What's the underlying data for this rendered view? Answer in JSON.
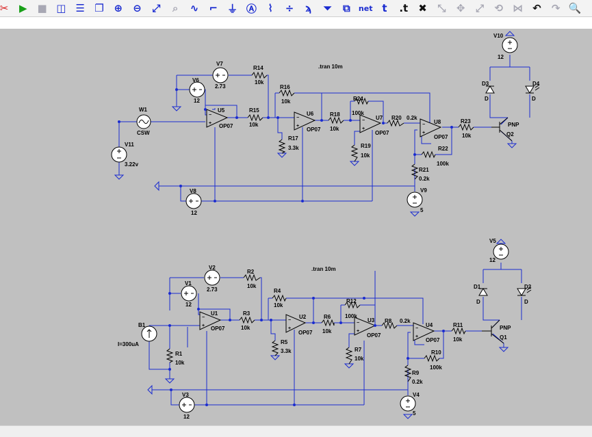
{
  "toolbar": {
    "items": [
      {
        "name": "cut-icon",
        "glyph": "✂"
      },
      {
        "name": "run-icon",
        "glyph": "▶"
      },
      {
        "name": "halt-icon",
        "glyph": "■"
      },
      {
        "name": "tile-vertical-icon",
        "glyph": "◫"
      },
      {
        "name": "tile-horizontal-icon",
        "glyph": "☰"
      },
      {
        "name": "cascade-icon",
        "glyph": "❐"
      },
      {
        "name": "zoom-in-icon",
        "glyph": "⊕"
      },
      {
        "name": "zoom-out-icon",
        "glyph": "⊖"
      },
      {
        "name": "zoom-fit-icon",
        "glyph": "⤢"
      },
      {
        "name": "zoom-back-icon",
        "glyph": "⌕"
      },
      {
        "name": "spice-waveform-icon",
        "glyph": "∿"
      },
      {
        "name": "wire-icon",
        "glyph": "⌐"
      },
      {
        "name": "ground-icon",
        "glyph": "⏚"
      },
      {
        "name": "label-net-icon",
        "glyph": "Ⓐ"
      },
      {
        "name": "resistor-icon",
        "glyph": "⌇"
      },
      {
        "name": "capacitor-icon",
        "glyph": "÷"
      },
      {
        "name": "inductor-icon",
        "glyph": "ϡ"
      },
      {
        "name": "diode-icon",
        "glyph": "⏷"
      },
      {
        "name": "component-icon",
        "glyph": "⧉"
      },
      {
        "name": "spice-directive-icon",
        "glyph": "net"
      },
      {
        "name": "text-icon",
        "glyph": "t"
      },
      {
        "name": "comment-icon",
        "glyph": ".t"
      },
      {
        "name": "delete-icon",
        "glyph": "✖"
      },
      {
        "name": "duplicate-icon",
        "glyph": "⤡"
      },
      {
        "name": "move-icon",
        "glyph": "✥"
      },
      {
        "name": "drag-icon",
        "glyph": "⤢"
      },
      {
        "name": "rotate-icon",
        "glyph": "⟲"
      },
      {
        "name": "mirror-icon",
        "glyph": "⋈"
      },
      {
        "name": "undo-icon",
        "glyph": "↶"
      },
      {
        "name": "redo-icon",
        "glyph": "↷"
      },
      {
        "name": "find-icon",
        "glyph": "🔍"
      }
    ],
    "colors": {
      "accent": "#1a2bd0",
      "wire": "#1a2bd0",
      "schematic_bg": "#c0c0c0"
    }
  },
  "schematic": {
    "top": {
      "tran": ".tran 10m",
      "V10": {
        "name": "V10",
        "value": "12"
      },
      "V7": {
        "name": "V7",
        "value": "2.73"
      },
      "V6": {
        "name": "V6",
        "value": "12"
      },
      "V8": {
        "name": "V8",
        "value": "12"
      },
      "V9": {
        "name": "V9",
        "value": "5"
      },
      "V11": {
        "name": "V11",
        "value": "3.22v"
      },
      "W1": {
        "name": "W1",
        "value": "CSW"
      },
      "U5": {
        "name": "U5",
        "value": "OP07"
      },
      "U6": {
        "name": "U6",
        "value": "OP07"
      },
      "U7": {
        "name": "U7",
        "value": "OP07"
      },
      "U8": {
        "name": "U8",
        "value": "OP07"
      },
      "R14": {
        "name": "R14",
        "value": "10k"
      },
      "R15": {
        "name": "R15",
        "value": "10k"
      },
      "R16": {
        "name": "R16",
        "value": "10k"
      },
      "R17": {
        "name": "R17",
        "value": "3.3k"
      },
      "R18": {
        "name": "R18",
        "value": "10k"
      },
      "R19": {
        "name": "R19",
        "value": "10k"
      },
      "R20": {
        "name": "R20",
        "value": "0.2k"
      },
      "R21": {
        "name": "R21",
        "value": "0.2k"
      },
      "R22": {
        "name": "R22",
        "value": "100k"
      },
      "R23": {
        "name": "R23",
        "value": "10k"
      },
      "R24": {
        "name": "R24",
        "value": "100k"
      },
      "D3": {
        "name": "D3",
        "value": "D"
      },
      "D4": {
        "name": "D4",
        "value": "D"
      },
      "Q2": {
        "name": "Q2",
        "value": "PNP"
      }
    },
    "bottom": {
      "tran": ".tran 10m",
      "V5": {
        "name": "V5",
        "value": "12"
      },
      "V2": {
        "name": "V2",
        "value": "2.73"
      },
      "V1": {
        "name": "V1",
        "value": "12"
      },
      "V3": {
        "name": "V3",
        "value": "12"
      },
      "V4": {
        "name": "V4",
        "value": "5"
      },
      "B1": {
        "name": "B1",
        "value": "I=300uA"
      },
      "U1": {
        "name": "U1",
        "value": "OP07"
      },
      "U2": {
        "name": "U2",
        "value": "OP07"
      },
      "U3": {
        "name": "U3",
        "value": "OP07"
      },
      "U4": {
        "name": "U4",
        "value": "OP07"
      },
      "R1": {
        "name": "R1",
        "value": "10k"
      },
      "R2": {
        "name": "R2",
        "value": "10k"
      },
      "R3": {
        "name": "R3",
        "value": "10k"
      },
      "R4": {
        "name": "R4",
        "value": "10k"
      },
      "R5": {
        "name": "R5",
        "value": "3.3k"
      },
      "R6": {
        "name": "R6",
        "value": "10k"
      },
      "R7": {
        "name": "R7",
        "value": "10k"
      },
      "R8": {
        "name": "R8",
        "value": "0.2k"
      },
      "R9": {
        "name": "R9",
        "value": "0.2k"
      },
      "R10": {
        "name": "R10",
        "value": "100k"
      },
      "R11": {
        "name": "R11",
        "value": "10k"
      },
      "R12": {
        "name": "R12",
        "value": "100k"
      },
      "D1": {
        "name": "D1",
        "value": "D"
      },
      "D2": {
        "name": "D2",
        "value": "D"
      },
      "Q1": {
        "name": "Q1",
        "value": "PNP"
      }
    }
  }
}
